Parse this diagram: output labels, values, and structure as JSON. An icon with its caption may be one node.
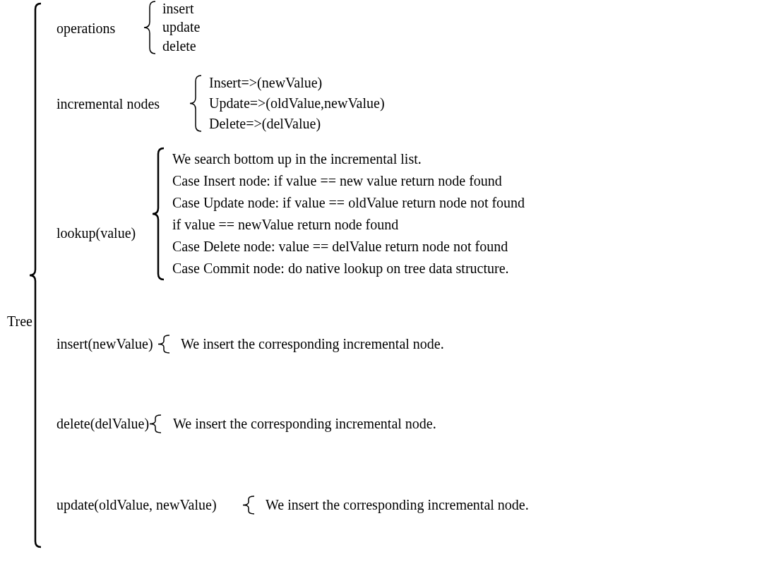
{
  "diagram": {
    "labels": [
      "Tree",
      "operations",
      "insert",
      "update",
      "delete",
      "incremental nodes",
      "Insert=>(newValue)",
      "Update=>(oldValue,newValue)",
      "Delete=>(delValue)",
      "lookup(value)",
      "We search bottom up in the incremental list.",
      "Case Insert node: if value == new value return node found",
      "Case Update node: if value == oldValue return node not found",
      "if value == newValue return node found",
      "Case Delete node: value == delValue return node not found",
      "Case Commit node: do native lookup on tree data structure.",
      "insert(newValue)",
      "We insert the corresponding incremental node.",
      "delete(delValue)",
      "We insert the corresponding incremental node.",
      "update(oldValue, newValue)",
      "We insert the corresponding incremental node."
    ]
  }
}
